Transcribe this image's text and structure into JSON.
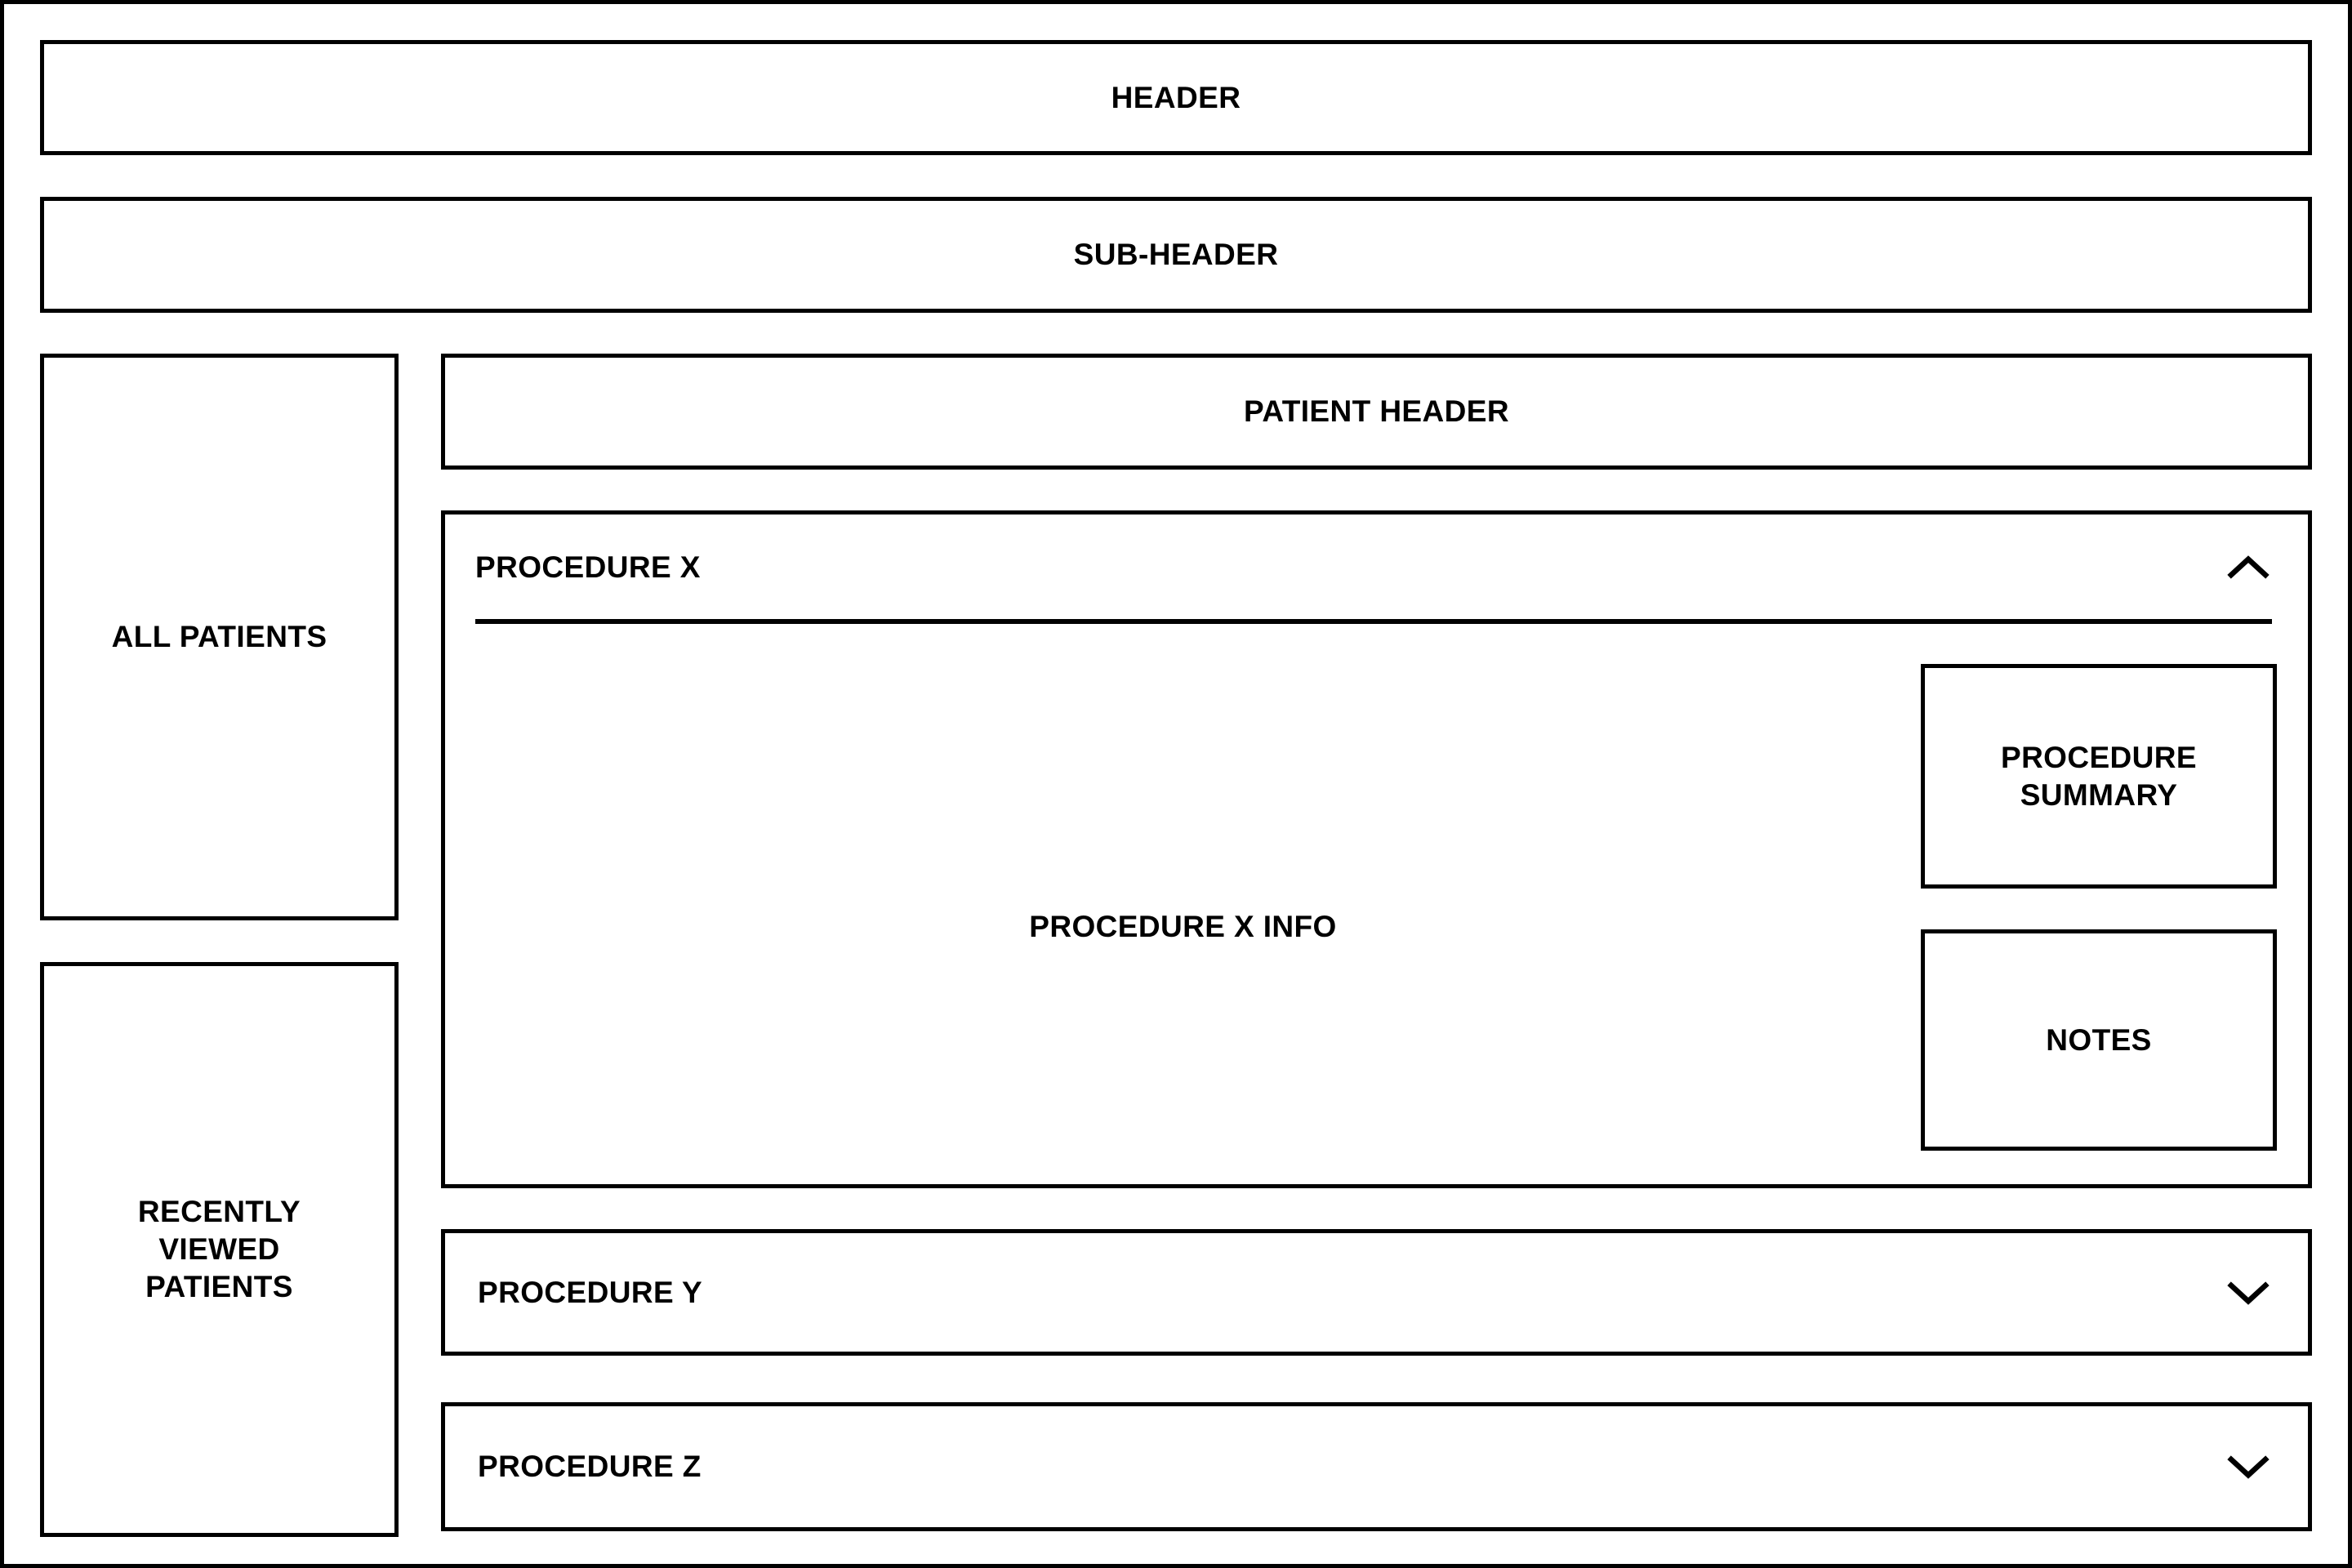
{
  "colors": {
    "ink": "#000000",
    "background": "#ffffff"
  },
  "header": {
    "label": "HEADER"
  },
  "subheader": {
    "label": "SUB-HEADER"
  },
  "sidebar": {
    "all_patients": {
      "label": "ALL PATIENTS"
    },
    "recently_viewed": {
      "label": "RECENTLY VIEWED PATIENTS"
    }
  },
  "patient": {
    "header_label": "PATIENT HEADER"
  },
  "procedures": [
    {
      "title": "PROCEDURE X",
      "state": "expanded",
      "chevron": "up",
      "info_label": "PROCEDURE X INFO",
      "summary": {
        "label": "PROCEDURE SUMMARY"
      },
      "notes": {
        "label": "NOTES"
      }
    },
    {
      "title": "PROCEDURE Y",
      "state": "collapsed",
      "chevron": "down"
    },
    {
      "title": "PROCEDURE Z",
      "state": "collapsed",
      "chevron": "down"
    }
  ]
}
